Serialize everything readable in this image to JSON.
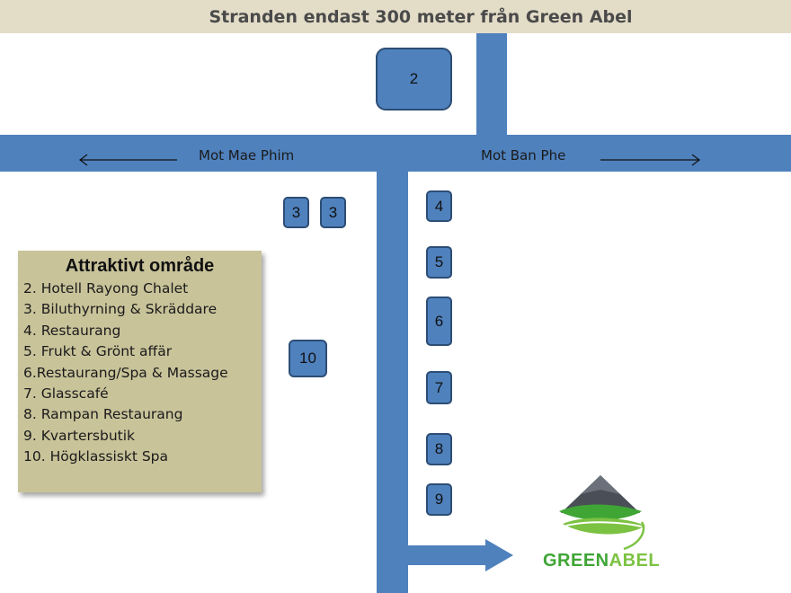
{
  "title": "Stranden endast 300 meter från Green Abel",
  "roads": {
    "west_label": "Mot Mae Phim",
    "east_label": "Mot Ban Phe"
  },
  "markers": [
    "2",
    "3",
    "3",
    "4",
    "5",
    "6",
    "7",
    "8",
    "9",
    "10"
  ],
  "legend": {
    "title": "Attraktivt område",
    "items": [
      "2. Hotell Rayong Chalet",
      "3. Biluthyrning & Skräddare",
      "4. Restaurang",
      "5. Frukt & Grönt affär",
      "6.Restaurang/Spa & Massage",
      "7. Glasscafé",
      "8. Rampan Restaurang",
      "9. Kvartersbutik",
      "10. Högklassiskt Spa"
    ]
  },
  "logo": {
    "text_part1": "GREEN",
    "text_part2": "ABEL"
  },
  "colors": {
    "road": "#4f81bd",
    "marker_border": "#2c4d75",
    "title_band": "#e3ddc8",
    "legend_bg": "#c9c39a",
    "logo_green": "#3fa535"
  },
  "icons": [
    "arrow-left-icon",
    "arrow-right-icon",
    "direction-arrow-icon",
    "mountain-leaf-logo-icon"
  ]
}
